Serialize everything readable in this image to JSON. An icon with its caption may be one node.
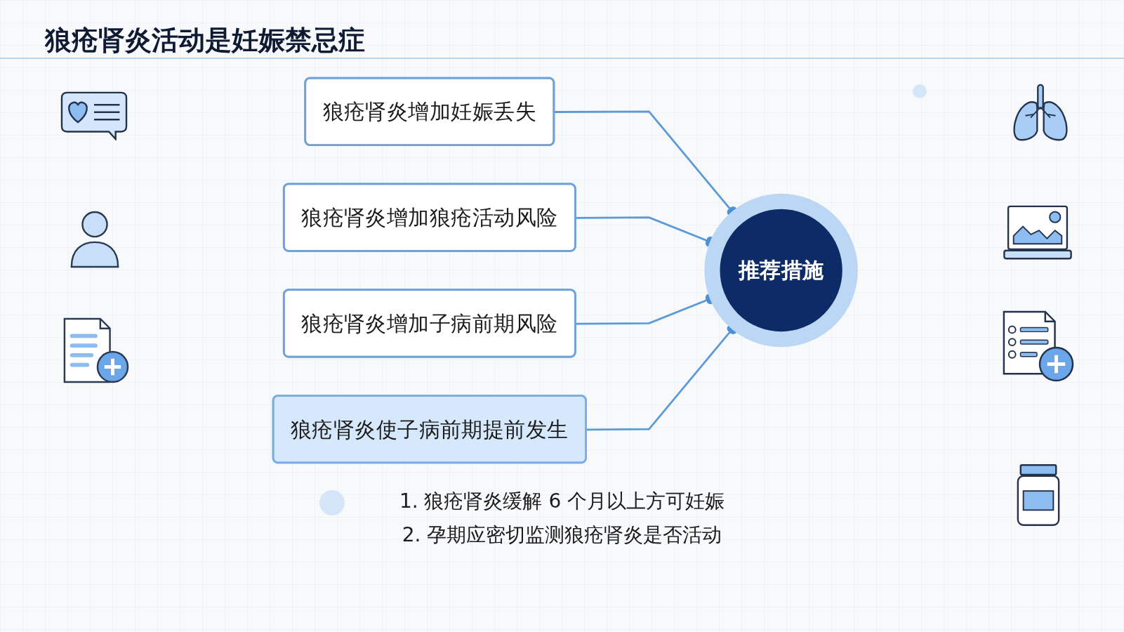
{
  "diagram": {
    "title": "狼疮肾炎活动是妊娠禁忌症",
    "nodes": [
      {
        "text": [
          "狼疮肾炎增加妊娠丢失"
        ]
      },
      {
        "text": [
          "狼疮肾炎增加狼疮活动风险"
        ]
      },
      {
        "text": [
          "推荐措施"
        ]
      },
      {
        "text": [
          "狼疮肾炎增加子病前期风险"
        ]
      },
      {
        "text": [
          "狼疮肾炎使子病前期提前发生"
        ]
      }
    ],
    "edges": [
      {
        "from": 0,
        "to": 2,
        "arrow": "other"
      },
      {
        "from": 1,
        "to": 2,
        "arrow": "other"
      },
      {
        "from": 3,
        "to": 2,
        "arrow": "other"
      },
      {
        "from": 4,
        "to": 2,
        "arrow": "other"
      }
    ],
    "labels": [
      "1. 狼疮肾炎缓解 6 个月以上方可妊娠",
      "2. 孕期应密切监测狼疮肾炎是否活动"
    ]
  }
}
